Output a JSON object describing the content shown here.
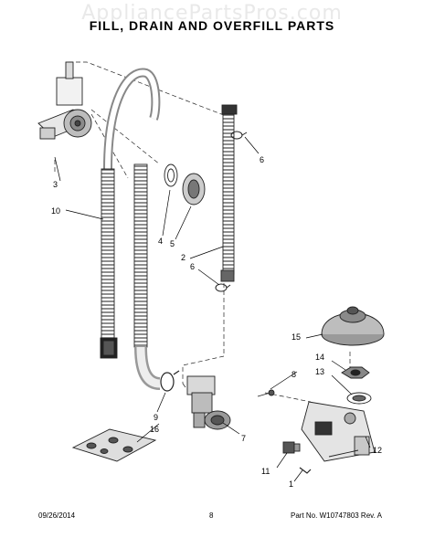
{
  "watermark": "AppliancePartsPros.com",
  "title": "FILL, DRAIN AND OVERFILL PARTS",
  "callouts": {
    "c1": "1",
    "c2": "2",
    "c3": "3",
    "c4": "4",
    "c5": "5",
    "c6a": "6",
    "c6b": "6",
    "c7": "7",
    "c8": "8",
    "c9": "9",
    "c10": "10",
    "c11": "11",
    "c12": "12",
    "c13": "13",
    "c14": "14",
    "c15": "15",
    "c16": "16"
  },
  "footer": {
    "date": "09/26/2014",
    "page": "8",
    "part": "Part No.  W10747803   Rev.  A"
  }
}
